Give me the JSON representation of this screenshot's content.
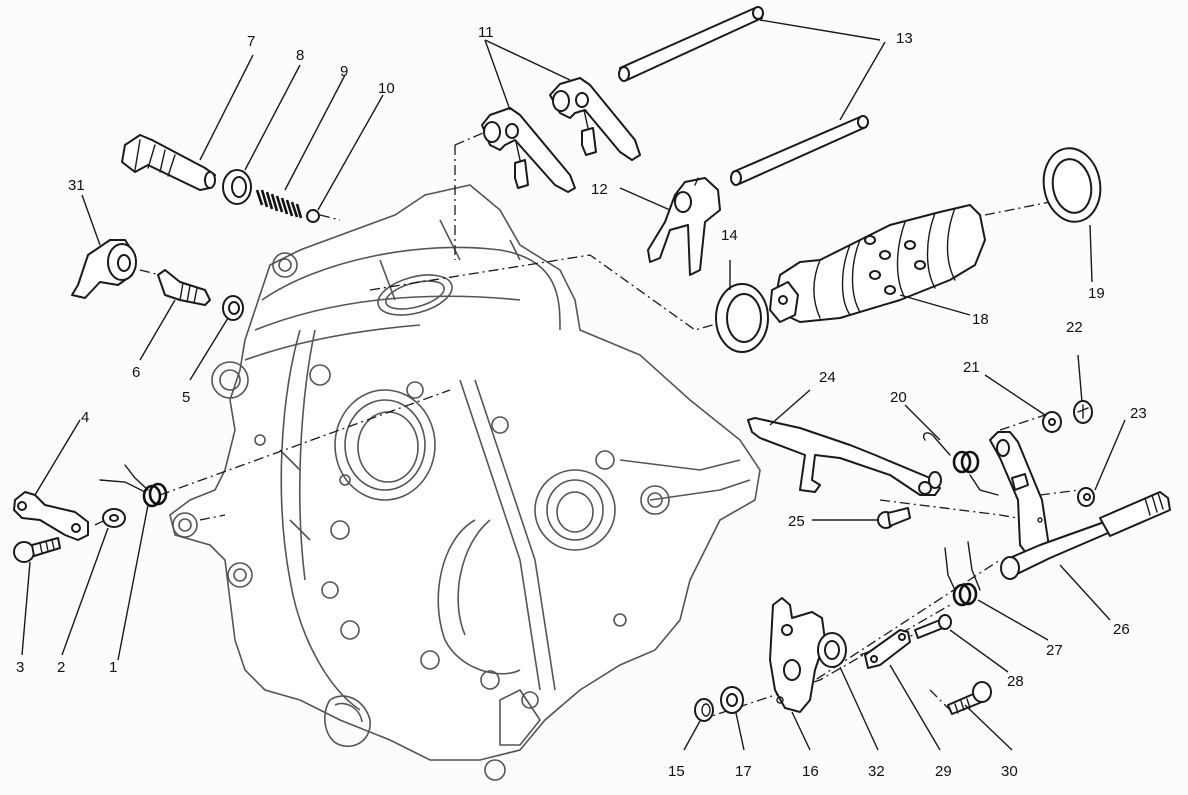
{
  "diagram": {
    "type": "exploded-parts-view",
    "line_color": "#1a1a1a",
    "background": "#fcfcfc",
    "callouts": {
      "c1": "1",
      "c2": "2",
      "c3": "3",
      "c4": "4",
      "c5": "5",
      "c6": "6",
      "c7": "7",
      "c8": "8",
      "c9": "9",
      "c10": "10",
      "c11": "11",
      "c12": "12",
      "c13": "13",
      "c14": "14",
      "c15": "15",
      "c16": "16",
      "c17": "17",
      "c18": "18",
      "c19": "19",
      "c20": "20",
      "c21": "21",
      "c22": "22",
      "c23": "23",
      "c24": "24",
      "c25": "25",
      "c26": "26",
      "c27": "27",
      "c28": "28",
      "c29": "29",
      "c30": "30",
      "c31": "31",
      "c32": "32"
    }
  }
}
